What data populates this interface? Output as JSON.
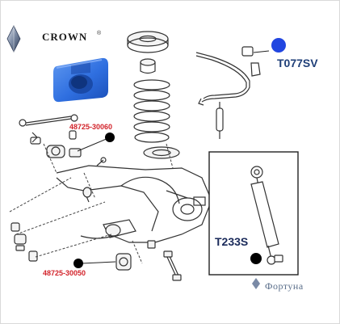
{
  "brand": {
    "name": "CROWN",
    "mark": "®"
  },
  "callouts": {
    "stabilizer_bush_code": "T077SV",
    "shock_absorber_code": "T233S",
    "part_upper": "48725-30060",
    "part_lower": "48725-30050"
  },
  "watermark": {
    "text": "Фортуна"
  },
  "colors": {
    "accent_blue": "#2146e0",
    "bush_blue": "#2f6fe0",
    "code_navy": "#1f3f78",
    "part_red": "#d2232a",
    "line": "#333333"
  }
}
